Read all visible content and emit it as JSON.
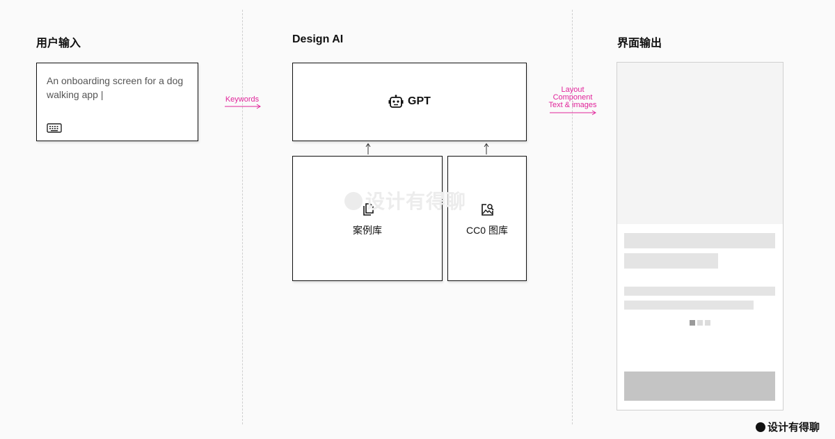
{
  "sections": {
    "input_title": "用户输入",
    "ai_title": "Design AI",
    "output_title": "界面输出"
  },
  "input_box": {
    "text": "An onboarding screen for a dog walking app |",
    "icon": "keyboard-icon"
  },
  "ai": {
    "gpt_label": "GPT",
    "gpt_icon": "robot-icon",
    "library_label": "案例库",
    "library_icon": "copy-document-icon",
    "cc0_label": "CC0 图库",
    "cc0_icon": "image-search-icon"
  },
  "arrows": {
    "keywords": "Keywords",
    "output_lines": [
      "Layout",
      "Component",
      "Text & images"
    ]
  },
  "brand": {
    "name": "设计有得聊",
    "watermark": "设计有得聊"
  },
  "colors": {
    "accent": "#e0249a",
    "placeholder": "#e4e4e4",
    "button": "#c4c4c4"
  }
}
